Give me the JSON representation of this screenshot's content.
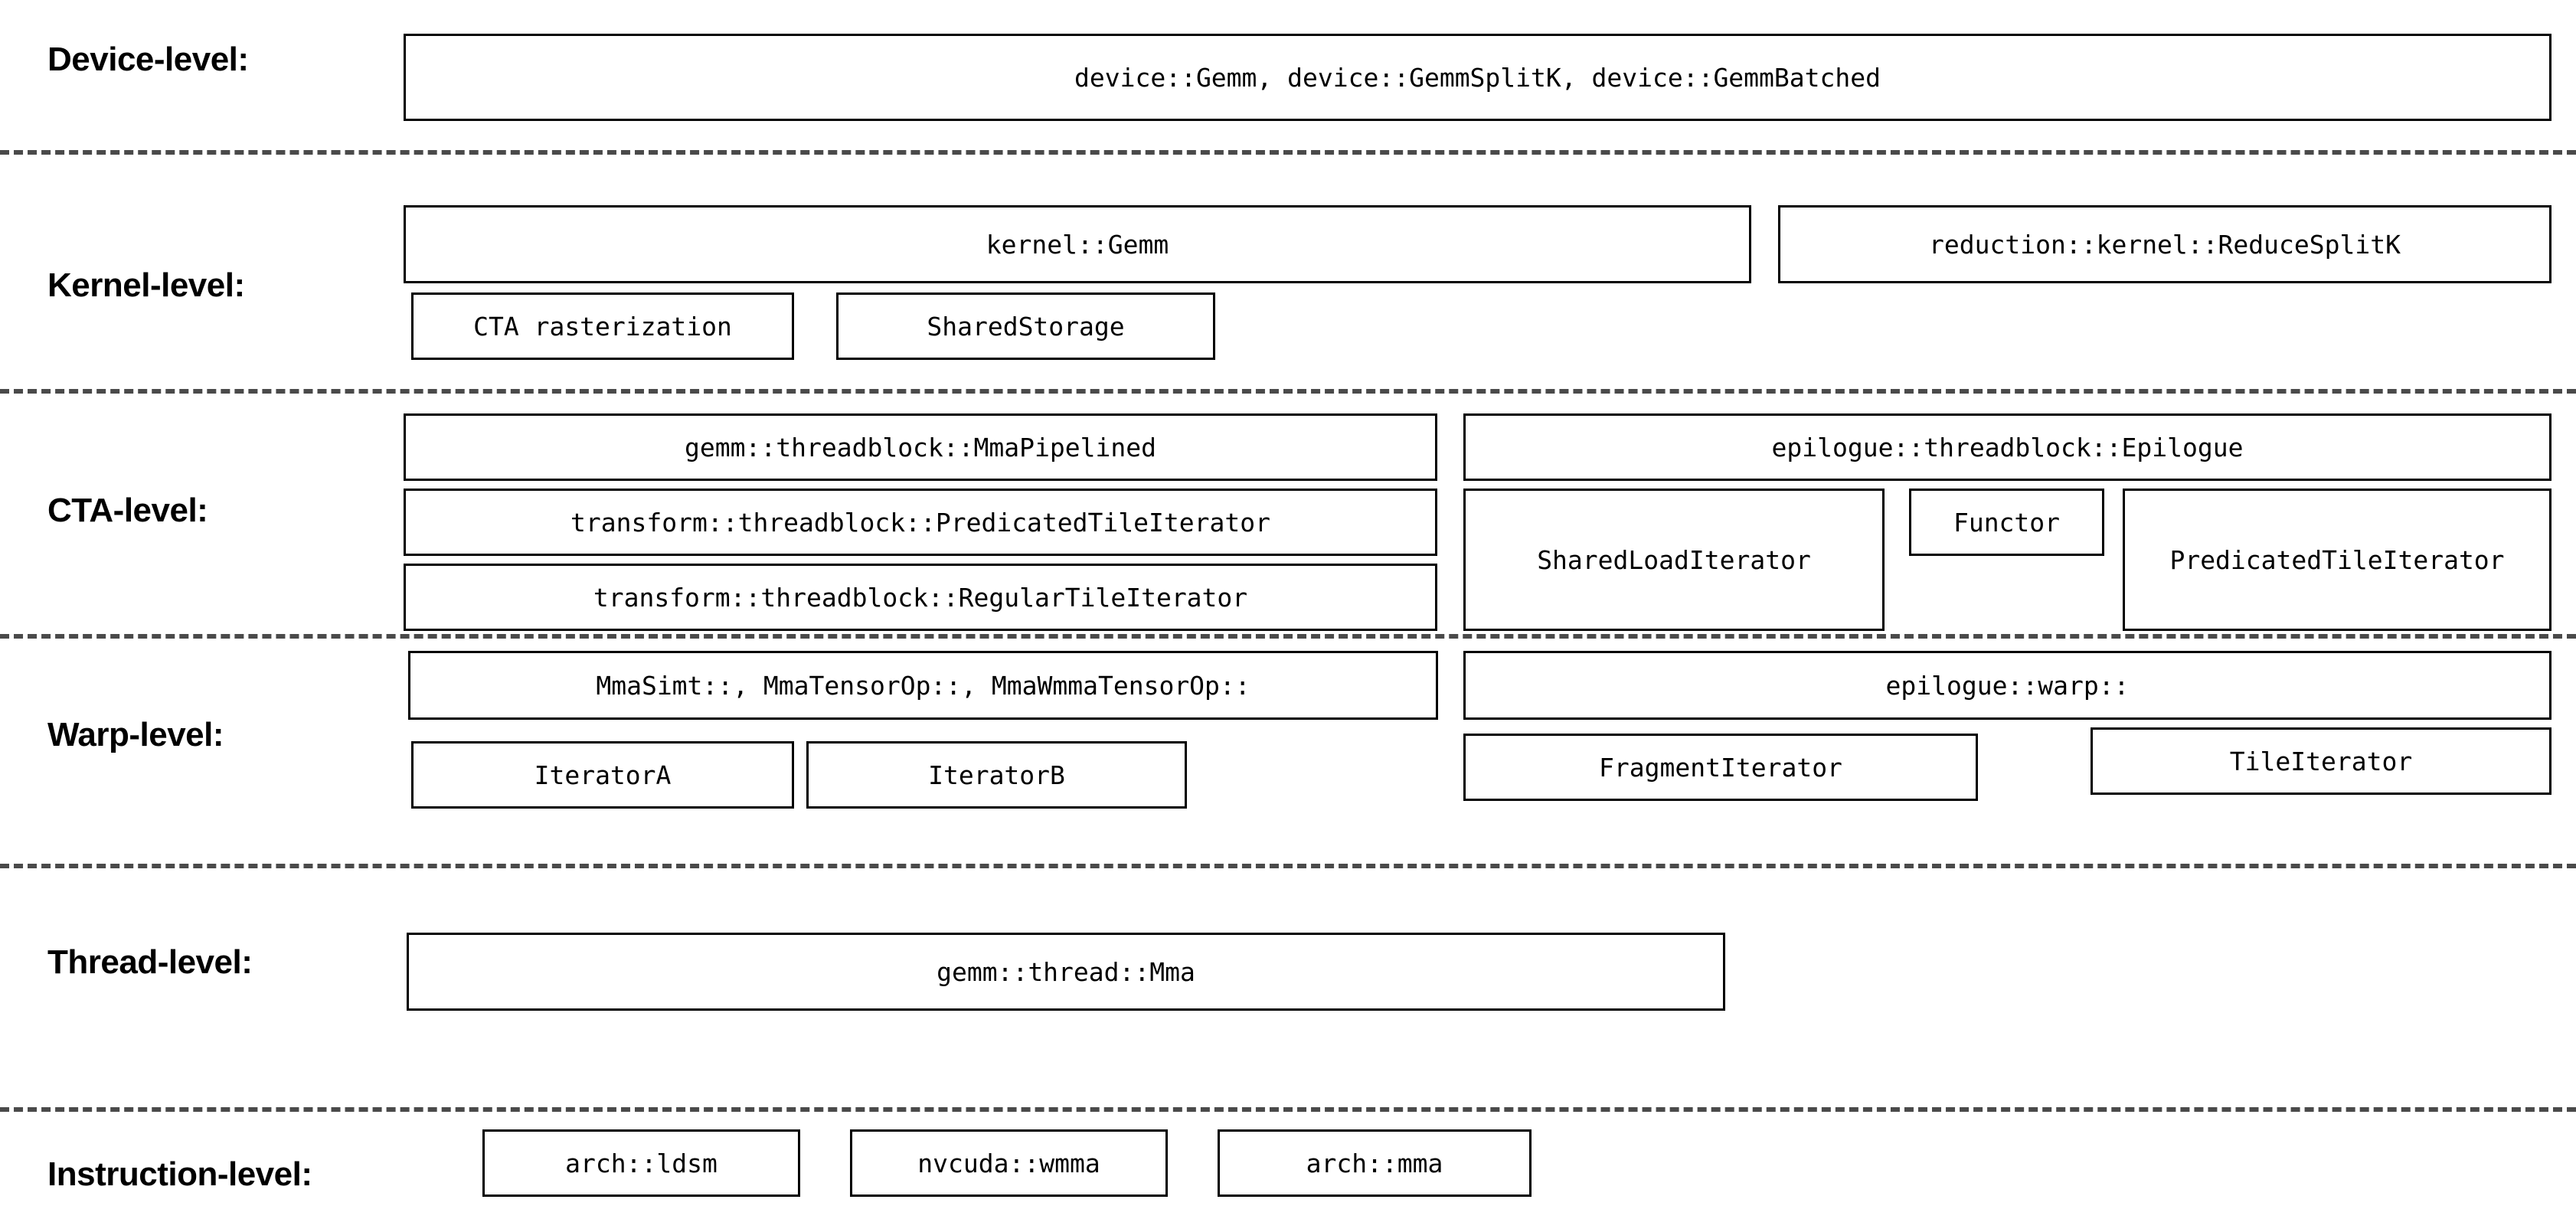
{
  "diagram": {
    "title": "CUTLASS GEMM component hierarchy",
    "type": "layered-block-diagram",
    "line_color": "#000000",
    "divider_color": "#4a4a4a",
    "background": "#ffffff"
  },
  "levels": [
    {
      "label": "Device-level:",
      "boxes": [
        {
          "text": "device::Gemm, device::GemmSplitK, device::GemmBatched"
        }
      ]
    },
    {
      "label": "Kernel-level:",
      "boxes": [
        {
          "text": "kernel::Gemm"
        },
        {
          "text": "reduction::kernel::ReduceSplitK"
        },
        {
          "text": "CTA rasterization"
        },
        {
          "text": "SharedStorage"
        }
      ]
    },
    {
      "label": "CTA-level:",
      "boxes": [
        {
          "text": "gemm::threadblock::MmaPipelined"
        },
        {
          "text": "transform::threadblock::PredicatedTileIterator"
        },
        {
          "text": "transform::threadblock::RegularTileIterator"
        },
        {
          "text": "epilogue::threadblock::Epilogue"
        },
        {
          "text": "SharedLoadIterator"
        },
        {
          "text": "Functor"
        },
        {
          "text": "PredicatedTileIterator"
        }
      ]
    },
    {
      "label": "Warp-level:",
      "boxes": [
        {
          "text": "MmaSimt::, MmaTensorOp::, MmaWmmaTensorOp::"
        },
        {
          "text": "epilogue::warp::"
        },
        {
          "text": "IteratorA"
        },
        {
          "text": "IteratorB"
        },
        {
          "text": "FragmentIterator"
        },
        {
          "text": "TileIterator"
        }
      ]
    },
    {
      "label": "Thread-level:",
      "boxes": [
        {
          "text": "gemm::thread::Mma"
        }
      ]
    },
    {
      "label": "Instruction-level:",
      "boxes": [
        {
          "text": "arch::ldsm"
        },
        {
          "text": "nvcuda::wmma"
        },
        {
          "text": "arch::mma"
        }
      ]
    }
  ]
}
